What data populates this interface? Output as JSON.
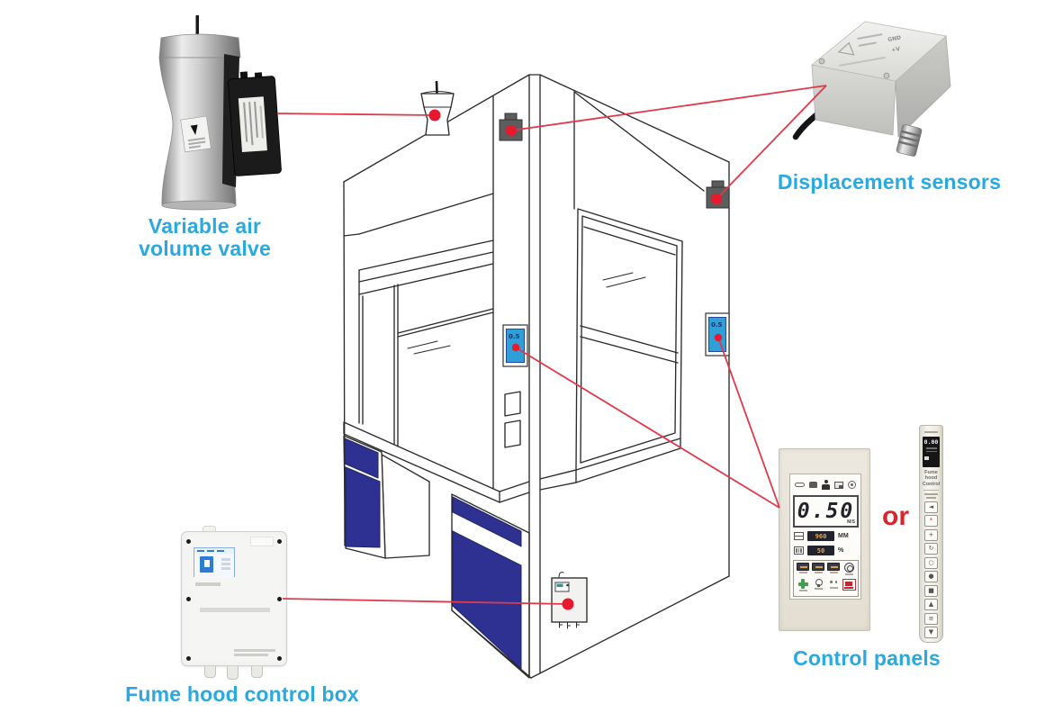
{
  "labels": {
    "vav_line1": "Variable air",
    "vav_line2": "volume valve",
    "displacement": "Displacement sensors",
    "control_panels": "Control panels",
    "fume_hood_box": "Fume hood control box",
    "or": "or"
  },
  "hood": {
    "left_screen_value": "0.5",
    "right_screen_value": "0.5"
  },
  "panel1": {
    "display_value": "0.50",
    "display_unit": "M/S",
    "sash_value": "960",
    "sash_unit": "MM",
    "percent_value": "50",
    "percent_unit": "%"
  },
  "panel2": {
    "display_value": "0.00",
    "label_line1": "Fume hood",
    "label_line2": "Control",
    "buttons": [
      "◄",
      "*",
      "+",
      "↻",
      "○",
      "●",
      "■",
      "▲",
      "≡",
      "▼"
    ]
  },
  "sensor_markings": {
    "gnd": "GND",
    "plus_v": "+V"
  },
  "colors": {
    "accent_cyan": "#29a9e0",
    "connector_red": "#e0394a",
    "dot_red": "#e8192e",
    "cabinet_navy": "#2e3192",
    "screen_blue": "#2f9fd8",
    "or_red": "#d8262e"
  }
}
